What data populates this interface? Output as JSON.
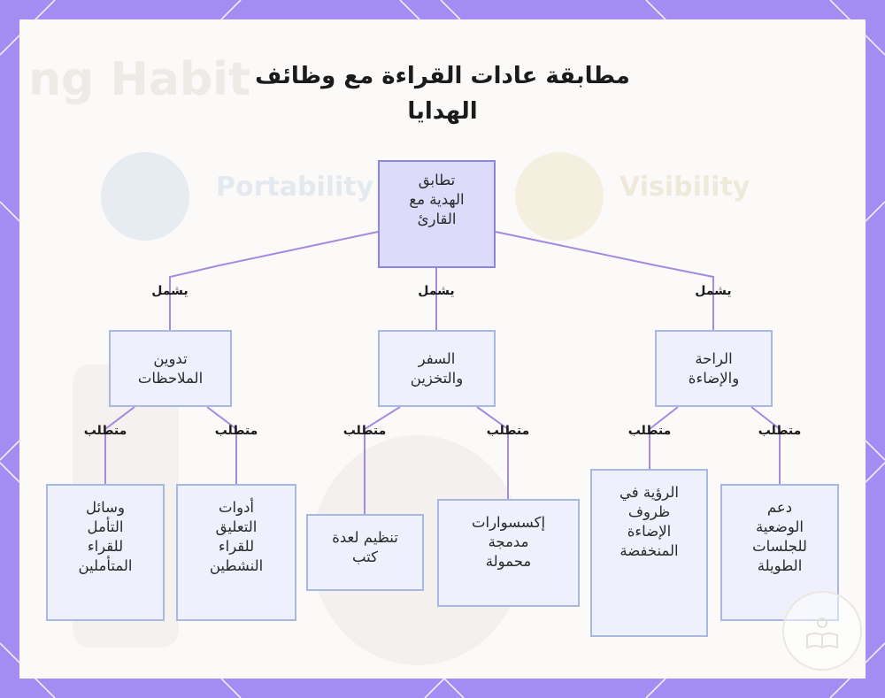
{
  "title": {
    "line1": "مطابقة عادات القراءة مع وظائف",
    "line2": "الهدايا"
  },
  "colors": {
    "frame": "#a58cf2",
    "panel": "#fbfaf8",
    "node_fill": "#eef1fc",
    "node_border": "#a9b8e3",
    "root_fill": "#dcdcfa",
    "root_border": "#8b86e6",
    "edge": "#a58ae0"
  },
  "nodes": {
    "root": {
      "lines": [
        "تطابق",
        "الهدية مع",
        "القارئ"
      ]
    },
    "notes": {
      "lines": [
        "تدوين",
        "الملاحظات"
      ]
    },
    "travel": {
      "lines": [
        "السفر",
        "والتخزين"
      ]
    },
    "comfort": {
      "lines": [
        "الراحة",
        "والإضاءة"
      ]
    },
    "reflect_tools": {
      "lines": [
        "وسائل",
        "التأمل",
        "للقراء",
        "المتأملين"
      ]
    },
    "annot_tools": {
      "lines": [
        "أدوات",
        "التعليق",
        "للقراء",
        "النشطين"
      ]
    },
    "multi_books": {
      "lines": [
        "تنظيم لعدة",
        "كتب"
      ]
    },
    "accessories": {
      "lines": [
        "إكسسوارات",
        "مدمجة",
        "محمولة"
      ]
    },
    "low_light": {
      "lines": [
        "الرؤية في",
        "ظروف",
        "الإضاءة",
        "المنخفضة"
      ]
    },
    "posture": {
      "lines": [
        "دعم",
        "الوضعية",
        "للجلسات",
        "الطويلة"
      ]
    }
  },
  "edge_labels": {
    "includes": "يشمل",
    "requires": "متطلب"
  },
  "background_ghost": {
    "heading": "ng Habit",
    "portability": "Portability",
    "visibility": "Visibility"
  }
}
